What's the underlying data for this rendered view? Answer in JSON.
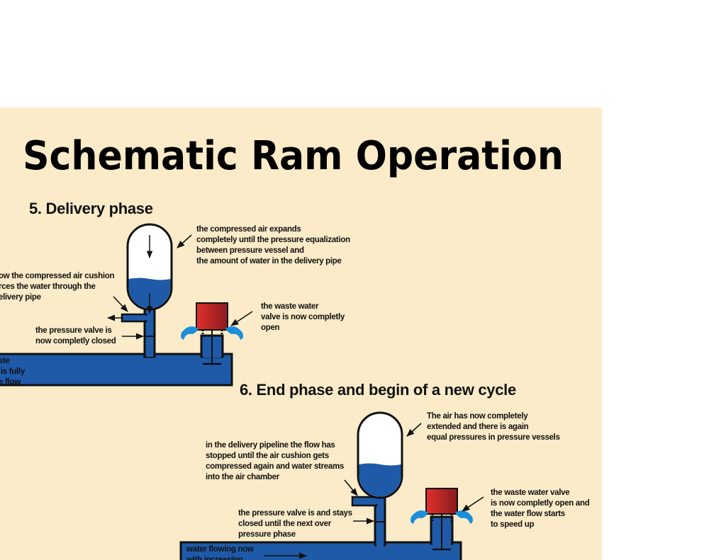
{
  "title": "Schematic Ram Operation",
  "colors": {
    "background": "#fbebc8",
    "water": "#1e5aa8",
    "water_spray": "#1a8fdc",
    "valve_red": "#c8282a",
    "outline": "#111111",
    "air": "#ffffff"
  },
  "phase5": {
    "heading": "5. Delivery phase",
    "notes": {
      "air_expands": "the compressed air expands\ncompletely until the pressure equalization\nbetween pressure vessel and\nthe amount of water in the delivery pipe",
      "air_cushion": "ow the compressed air cushion\nrces the water through the\nelivery pipe",
      "pressure_valve": "the pressure valve is\nnow completly closed",
      "waste_valve": "the waste water\nvalve is now completly\nopen",
      "left_cut": "ste\n is fully\ne flow"
    }
  },
  "phase6": {
    "heading": "6. End phase and begin of a new cycle",
    "notes": {
      "air_extended": "The air has now completely\nextended and there is again\nequal pressures in pressure vessels",
      "delivery_stopped": "in the delivery pipeline the flow has\nstopped until the air cushion gets\ncompressed again and water streams\ninto the air chamber",
      "pressure_valve": "the pressure valve is and stays\nclosed until the next over\npressure phase",
      "waste_valve": "the waste water valve\nis now completly open and\nthe water flow starts\nto speed up",
      "water_flowing": "water flowing now\nwith increasing"
    }
  }
}
